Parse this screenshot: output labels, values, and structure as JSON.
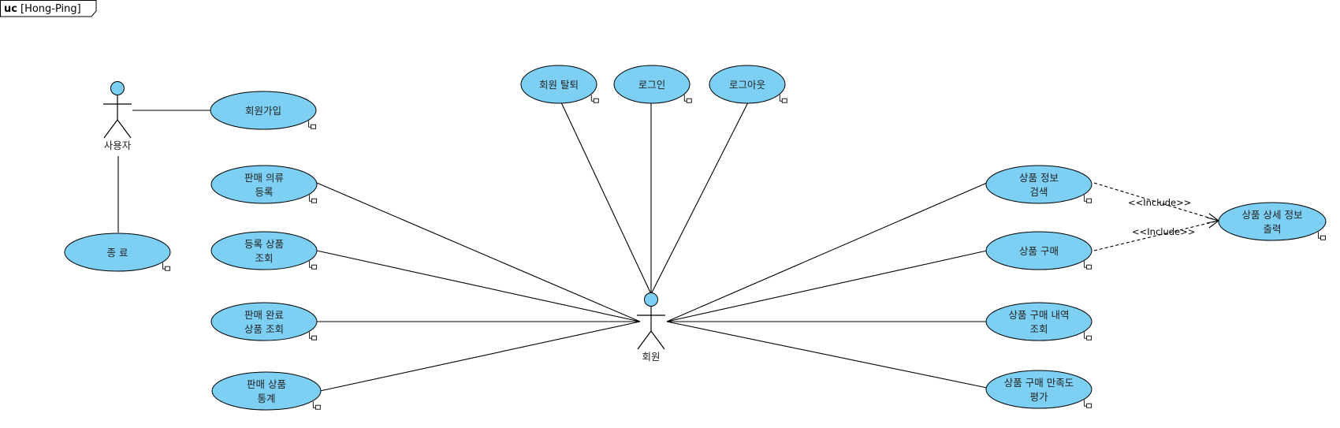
{
  "frame": {
    "keyword": "uc",
    "name": "[Hong-Ping]"
  },
  "actors": {
    "user": {
      "label": "사용자"
    },
    "member": {
      "label": "회원"
    }
  },
  "use_cases": {
    "signup": [
      "회원가입"
    ],
    "exit": [
      "종 료"
    ],
    "register_sale_clothing": [
      "판매 의류",
      "등록"
    ],
    "view_registered_items": [
      "등록 상품",
      "조회"
    ],
    "view_sold_items": [
      "판매 완료",
      "상품 조회"
    ],
    "sales_stats": [
      "판매 상품",
      "통계"
    ],
    "withdraw": [
      "회원 탈퇴"
    ],
    "login": [
      "로그인"
    ],
    "logout": [
      "로그아웃"
    ],
    "search_product_info": [
      "상품 정보",
      "검색"
    ],
    "purchase_product": [
      "상품 구매"
    ],
    "purchase_history": [
      "상품 구매 내역",
      "조회"
    ],
    "purchase_rating": [
      "상품 구매 만족도",
      "평가"
    ],
    "print_product_detail": [
      "상품 상세 정보",
      "출력"
    ]
  },
  "relations": {
    "include_1": "<<Include>>",
    "include_2": "<<Include>>"
  },
  "colors": {
    "usecase_fill": "#7dd0f4",
    "stroke": "#000000"
  }
}
